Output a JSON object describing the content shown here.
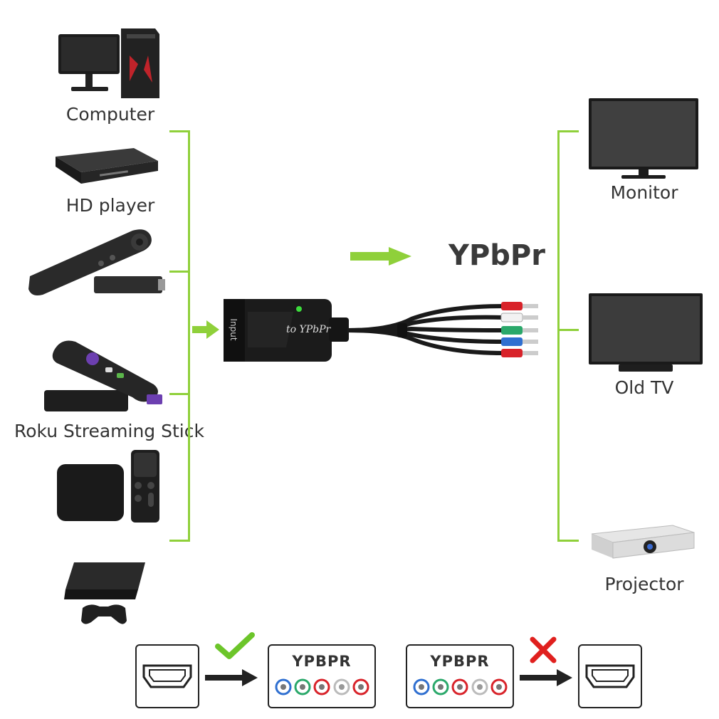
{
  "sources": [
    {
      "id": "computer",
      "label": "Computer"
    },
    {
      "id": "hd-player",
      "label": "HD player"
    },
    {
      "id": "fire-stick",
      "label": ""
    },
    {
      "id": "roku",
      "label": "Roku Streaming Stick"
    },
    {
      "id": "apple-tv",
      "label": ""
    },
    {
      "id": "ps3",
      "label": ""
    }
  ],
  "outputs": [
    {
      "id": "monitor",
      "label": "Monitor"
    },
    {
      "id": "old-tv",
      "label": "Old TV"
    },
    {
      "id": "projector",
      "label": "Projector"
    }
  ],
  "center": {
    "output_title": "YPbPr",
    "adapter_port_label": "Input",
    "adapter_text": "to YPbPr"
  },
  "compat": {
    "valid_box_title": "YPBPR",
    "invalid_box_title": "YPBPR",
    "check_icon": "checkmark-icon",
    "cross_icon": "cross-icon"
  },
  "colors": {
    "accent_green": "#8fd03a",
    "rca_red": "#d8232a",
    "rca_white": "#f2f2f2",
    "rca_green": "#2aa86a",
    "rca_blue": "#2f6fd0"
  }
}
